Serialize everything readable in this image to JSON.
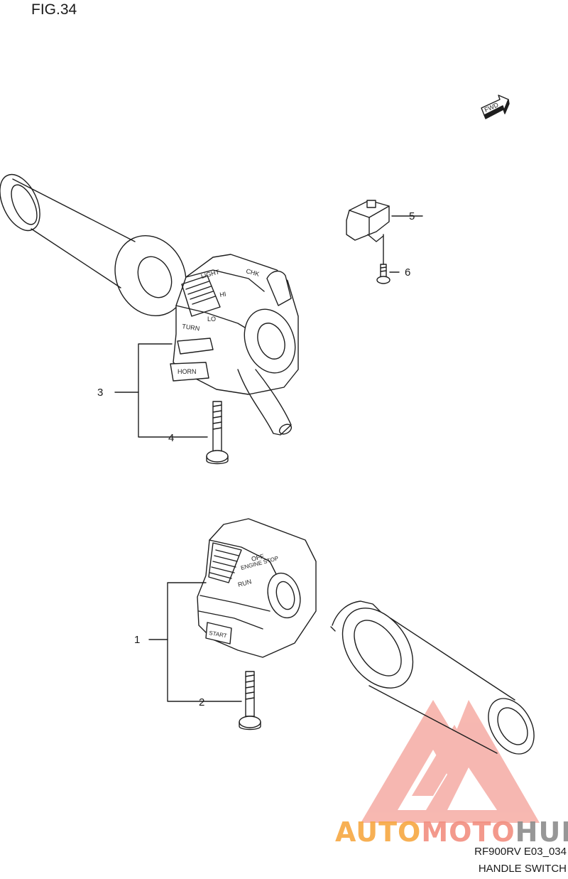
{
  "figure": {
    "label": "FIG.34"
  },
  "forward_indicator": {
    "text": "FWD",
    "icon": "forward-arrow-icon"
  },
  "callouts": [
    {
      "number": "1",
      "part": "right-handle-switch-assembly"
    },
    {
      "number": "2",
      "part": "right-switch-screw"
    },
    {
      "number": "3",
      "part": "left-handle-switch-assembly"
    },
    {
      "number": "4",
      "part": "left-switch-screw"
    },
    {
      "number": "5",
      "part": "clutch-switch"
    },
    {
      "number": "6",
      "part": "clutch-switch-screw"
    }
  ],
  "left_switch_markings": {
    "lights": "LIGHT",
    "hi": "HI",
    "lo": "LO",
    "check": "CHK",
    "turn": "TURN",
    "horn": "HORN"
  },
  "right_switch_markings": {
    "off": "OFF",
    "engine_stop": "ENGINE STOP",
    "run": "RUN",
    "start": "START"
  },
  "footer": {
    "code": "RF900RV E03_034",
    "title": "HANDLE SWITCH"
  },
  "watermark": {
    "brand_parts": [
      "AUTO",
      "MOTO",
      "HUB"
    ],
    "colors": {
      "auto": "#f7a842",
      "moto": "#f28e80",
      "hub": "#8c8c8c",
      "logo": "#f28e80"
    }
  }
}
